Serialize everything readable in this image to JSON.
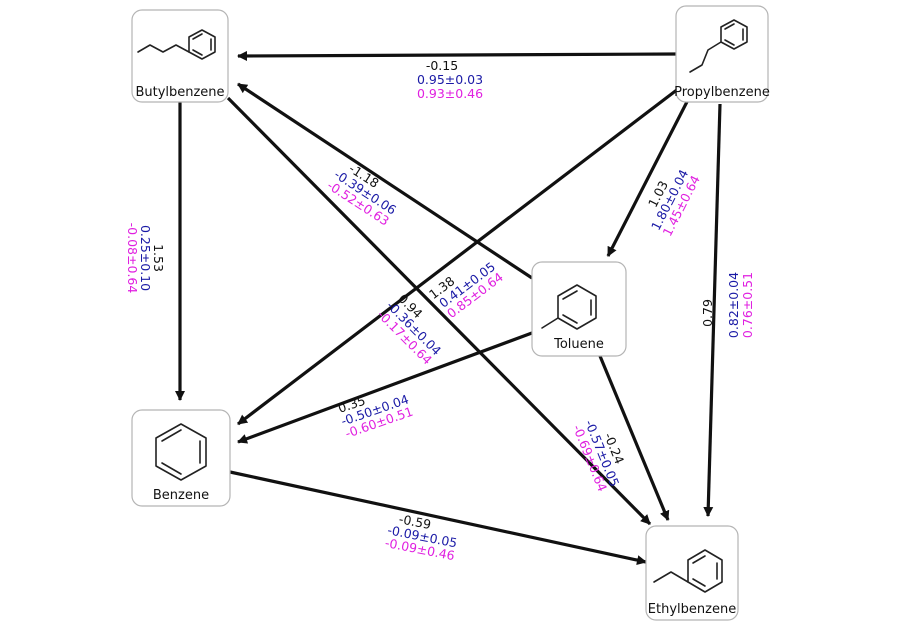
{
  "nodes": {
    "butylbenzene": {
      "label": "Butylbenzene"
    },
    "propylbenzene": {
      "label": "Propylbenzene"
    },
    "toluene": {
      "label": "Toluene"
    },
    "benzene": {
      "label": "Benzene"
    },
    "ethylbenzene": {
      "label": "Ethylbenzene"
    }
  },
  "colors": {
    "line1": "#111111",
    "line2": "#1a1aa6",
    "line3": "#e020e0"
  },
  "edges": {
    "propyl_butyl": {
      "v1": "-0.15",
      "v2": "0.95±0.03",
      "v3": "0.93±0.46"
    },
    "butyl_benzene": {
      "v1": "1.53",
      "v2": "0.25±0.10",
      "v3": "-0.08±0.64"
    },
    "toluene_butyl": {
      "v1": "-1.18",
      "v2": "-0.39±0.06",
      "v3": "-0.52±0.63"
    },
    "propyl_toluene": {
      "v1": "1.03",
      "v2": "1.80±0.04",
      "v3": "1.45±0.64"
    },
    "propyl_benzene": {
      "v1": "1.38",
      "v2": "0.41±0.05",
      "v3": "0.85±0.64"
    },
    "butyl_ethyl": {
      "v1": "0.94",
      "v2": "-0.36±0.04",
      "v3": "-0.17±0.64"
    },
    "propyl_ethyl": {
      "v1": "0.79",
      "v2": "0.82±0.04",
      "v3": "0.76±0.51"
    },
    "toluene_benzene": {
      "v1": "0.35",
      "v2": "-0.50±0.04",
      "v3": "-0.60±0.51"
    },
    "toluene_ethyl": {
      "v1": "-0.24",
      "v2": "-0.57±0.05",
      "v3": "-0.69±0.64"
    },
    "benzene_ethyl": {
      "v1": "-0.59",
      "v2": "-0.09±0.05",
      "v3": "-0.09±0.46"
    }
  }
}
